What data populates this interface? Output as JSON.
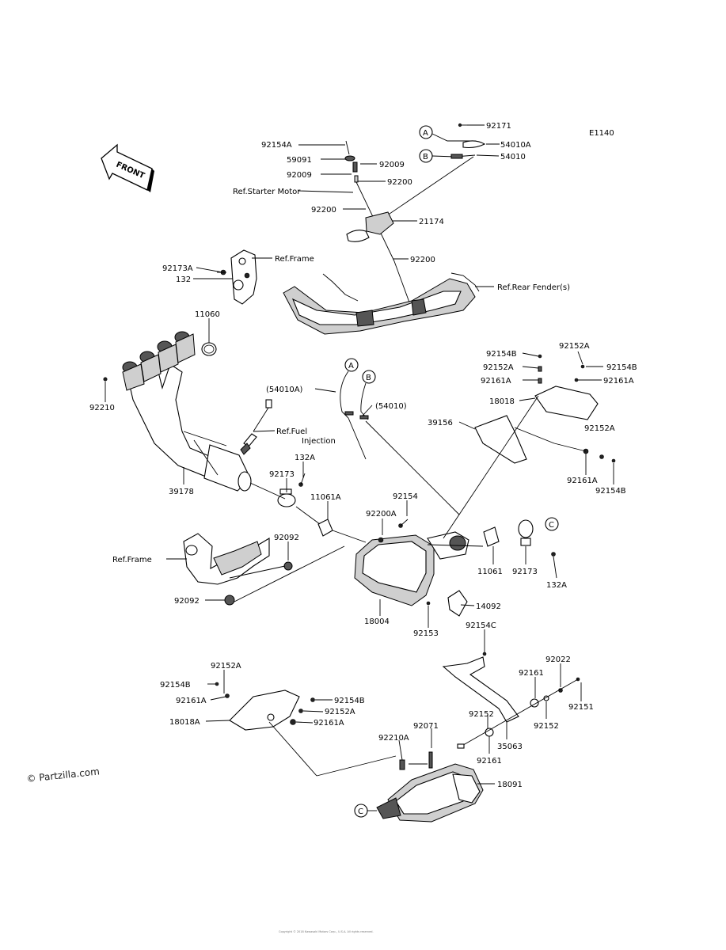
{
  "diagram_code": "E1140",
  "front_arrow_label": "FRONT",
  "watermark": "© Partzilla.com",
  "footer_text": "Copyright © 2018 Kawasaki Motors Corp., U.S.A. All rights reserved.",
  "refs": {
    "starter_motor": "Ref.Starter Motor",
    "frame_upper": "Ref.Frame",
    "rear_fender": "Ref.Rear Fender(s)",
    "fuel_injection_1": "Ref.Fuel",
    "fuel_injection_2": "Injection",
    "frame_lower": "Ref.Frame"
  },
  "callouts": {
    "A": "A",
    "B": "B",
    "C": "C"
  },
  "parts": {
    "p92171": "92171",
    "p54010A": "54010A",
    "p54010": "54010",
    "p92154A": "92154A",
    "p59091": "59091",
    "p92009_l": "92009",
    "p92009_r": "92009",
    "p92200_a": "92200",
    "p92200_b": "92200",
    "p21174": "21174",
    "p92200_c": "92200",
    "p92173A": "92173A",
    "p132": "132",
    "p11060": "11060",
    "p92210": "92210",
    "p39178": "39178",
    "p54010A_paren": "(54010A)",
    "p54010_paren": "(54010)",
    "p92173_a": "92173",
    "p132A_a": "132A",
    "p11061A": "11061A",
    "p92200A": "92200A",
    "p92154": "92154",
    "p92092_a": "92092",
    "p92092_b": "92092",
    "p18004": "18004",
    "p14092": "14092",
    "p92153": "92153",
    "p11061": "11061",
    "p92173_b": "92173",
    "p132A_b": "132A",
    "p92154B_a": "92154B",
    "p92152A_a": "92152A",
    "p92152A_b": "92152A",
    "p92154B_b": "92154B",
    "p92161A_a": "92161A",
    "p92161A_b": "92161A",
    "p18018": "18018",
    "p39156": "39156",
    "p92152A_c": "92152A",
    "p92161A_c": "92161A",
    "p92154B_c": "92154B",
    "p92154C": "92154C",
    "p92022": "92022",
    "p92161_a": "92161",
    "p92151": "92151",
    "p92152_a": "92152",
    "p92152_b": "92152",
    "p35063": "35063",
    "p92071": "92071",
    "p92210A": "92210A",
    "p92161_b": "92161",
    "p18091": "18091",
    "p92152A_d": "92152A",
    "p92154B_d": "92154B",
    "p92161A_d": "92161A",
    "p18018A": "18018A",
    "p92154B_e": "92154B",
    "p92152A_e": "92152A",
    "p92161A_e": "92161A"
  }
}
